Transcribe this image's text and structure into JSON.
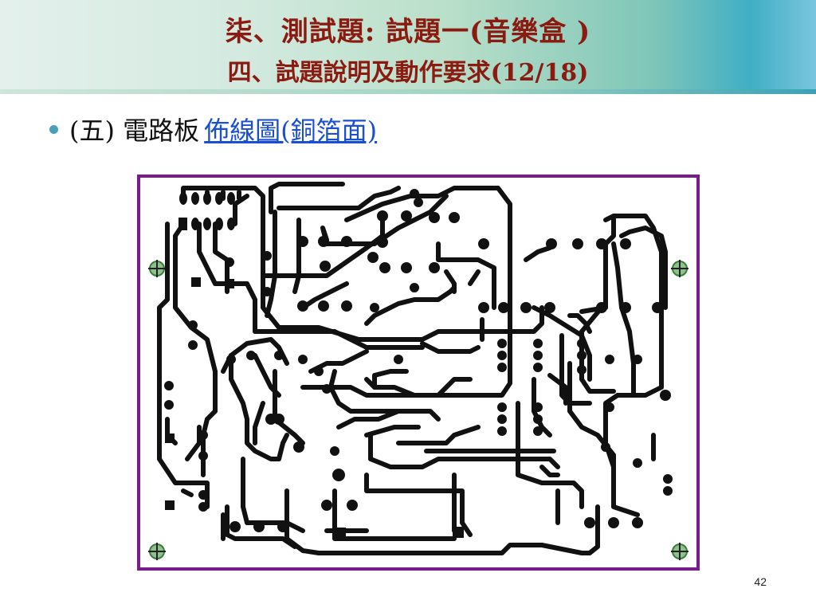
{
  "slide": {
    "title_line1": "柒、測試題: 試題一(音樂盒 )",
    "title_line2": "四、試題說明及動作要求(12/18)",
    "bullet": {
      "prefix": "(五) 電路板",
      "link_text": "佈線圖(銅箔面)"
    },
    "page_number": "42"
  },
  "colors": {
    "title": "#8b1a10",
    "link": "#1a4fd0",
    "board_border": "#7a1a8c",
    "copper_trace": "#111111",
    "fiducial": "#3a7d3a"
  }
}
